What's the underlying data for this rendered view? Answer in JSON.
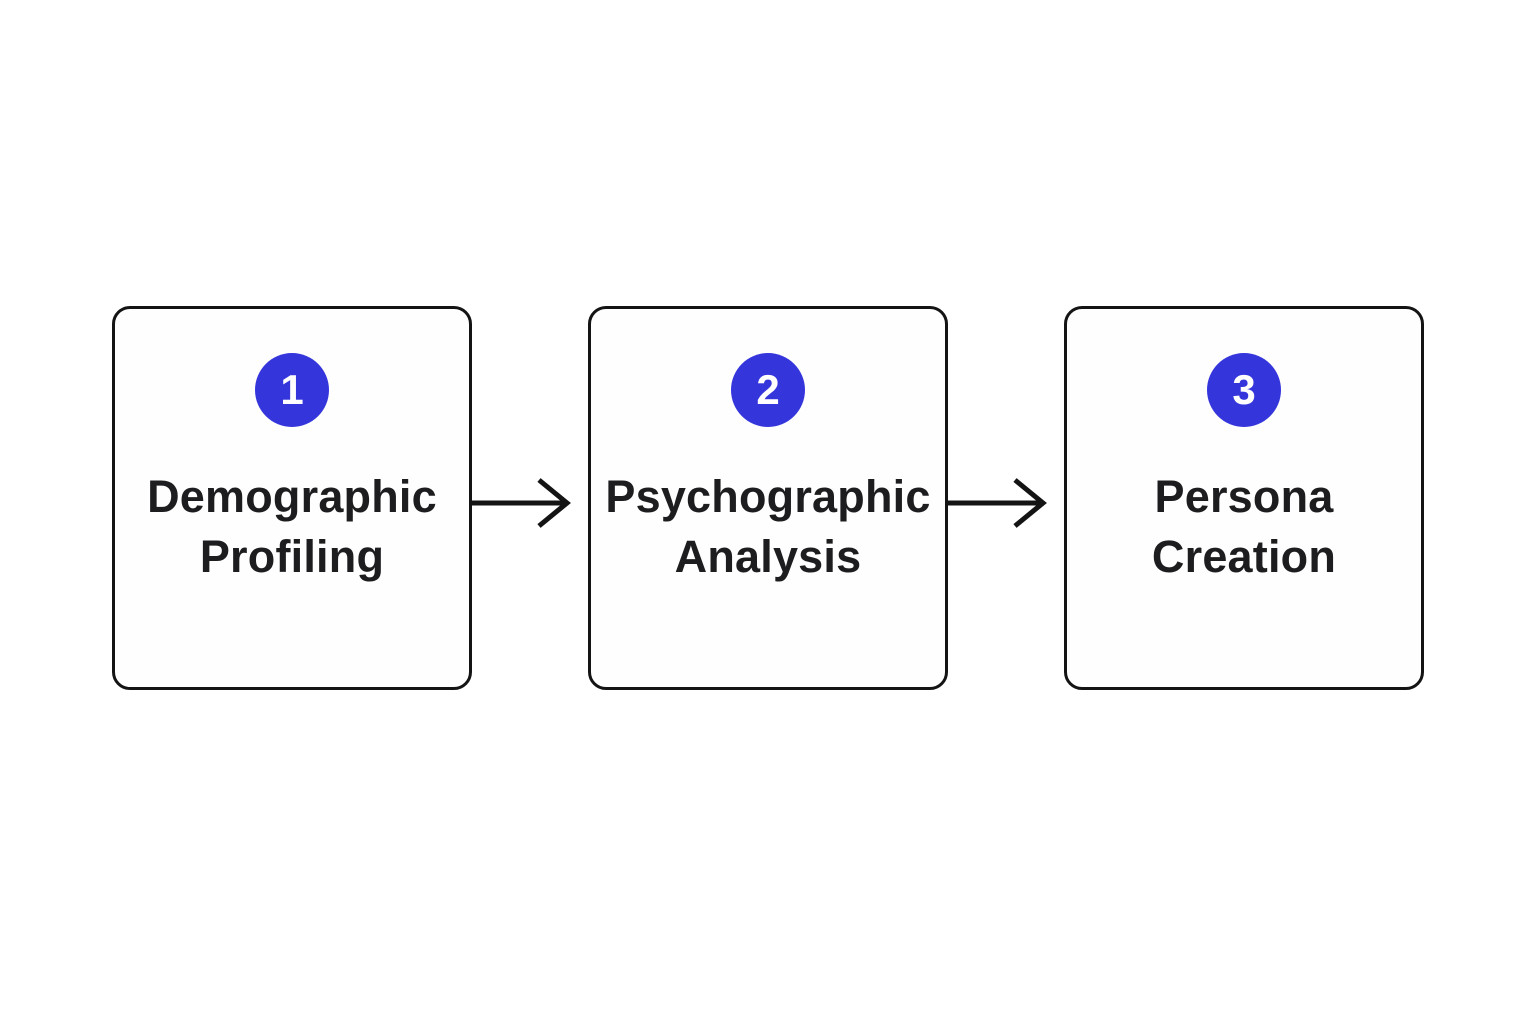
{
  "theme": {
    "background": "#ffffff",
    "box_fill": "#fefefe",
    "line_color": "#141414",
    "accent_color": "#3535dc",
    "text_color": "#1d1d1f",
    "badge_text_color": "#ffffff"
  },
  "diagram": {
    "type": "process-flow",
    "direction": "left-to-right",
    "steps": [
      {
        "number": "1",
        "label": "Demographic Profiling"
      },
      {
        "number": "2",
        "label": "Psychographic Analysis"
      },
      {
        "number": "3",
        "label": "Persona Creation"
      }
    ],
    "connectors": [
      {
        "from": "1",
        "to": "2",
        "style": "arrow-right"
      },
      {
        "from": "2",
        "to": "3",
        "style": "arrow-right"
      }
    ]
  }
}
